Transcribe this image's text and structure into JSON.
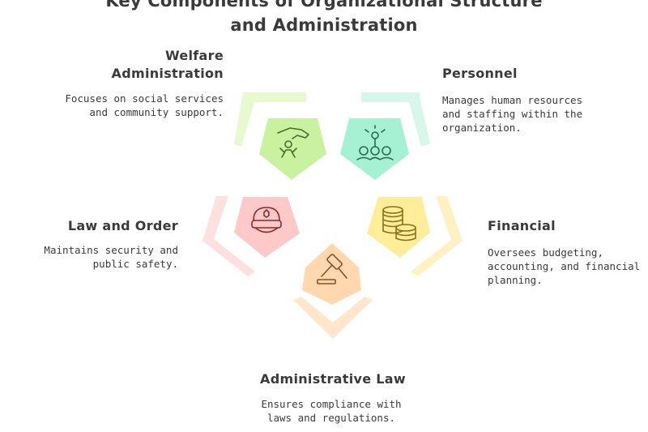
{
  "title": {
    "line1": "Key Components of Organizational Structure",
    "line2": "and Administration"
  },
  "components": {
    "welfare": {
      "label_line1": "Welfare",
      "label_line2": "Administration",
      "desc_line1": "Focuses on social services",
      "desc_line2": "and community support.",
      "icon": "helping-hand-person-icon",
      "color": "#c9f2a0"
    },
    "personnel": {
      "label": "Personnel",
      "desc_line1": "Manages human resources",
      "desc_line2": "and staffing within the",
      "desc_line3": "organization.",
      "icon": "people-network-icon",
      "color": "#a6f0d4"
    },
    "law_order": {
      "label": "Law and Order",
      "desc_line1": "Maintains security and",
      "desc_line2": "public safety.",
      "icon": "police-cap-icon",
      "color": "#ffc9c9"
    },
    "financial": {
      "label": "Financial",
      "desc_line1": "Oversees budgeting,",
      "desc_line2": "accounting, and financial",
      "desc_line3": "planning.",
      "icon": "coin-stacks-icon",
      "color": "#ffed99"
    },
    "administrative_law": {
      "label": "Administrative Law",
      "desc_line1": "Ensures compliance with",
      "desc_line2": "laws and regulations.",
      "icon": "gavel-icon",
      "color": "#ffd8b0"
    }
  }
}
